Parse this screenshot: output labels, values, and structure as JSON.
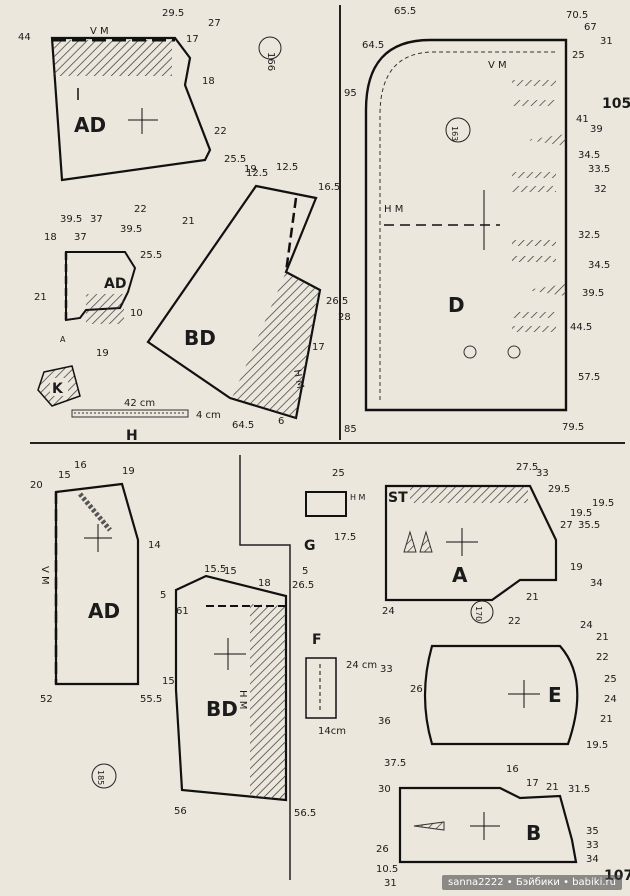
{
  "page": {
    "page_numbers": [
      "105",
      "107"
    ]
  },
  "pieces": {
    "AD_top": {
      "letter": "AD",
      "vm": "V M",
      "number": "166",
      "measures": [
        "44",
        "29.5",
        "27",
        "17",
        "18",
        "22",
        "25.5",
        "19"
      ]
    },
    "AD_small": {
      "letter": "AD",
      "measures": [
        "18",
        "39.5",
        "37",
        "37",
        "39.5",
        "22",
        "25.5",
        "10",
        "19",
        "21",
        "A"
      ]
    },
    "BD_top": {
      "letter": "BD",
      "hm": "H M",
      "measures": [
        "12.5",
        "12.5",
        "16.5",
        "21",
        "26.5",
        "28",
        "17",
        "6",
        "64.5"
      ]
    },
    "K": {
      "letter": "K"
    },
    "H": {
      "letter": "H",
      "scale_big": "42 cm",
      "scale_small": "4 cm"
    },
    "D": {
      "letter": "D",
      "vm": "V M",
      "hm": "H M",
      "number": "163",
      "measures": [
        "64.5",
        "65.5",
        "70.5",
        "67",
        "31",
        "25",
        "41",
        "39",
        "34.5",
        "33.5",
        "32",
        "32.5",
        "34.5",
        "39.5",
        "44.5",
        "57.5",
        "79.5",
        "85",
        "95"
      ]
    },
    "AD_bottom": {
      "letter": "AD",
      "vm": "V M",
      "measures": [
        "20",
        "15",
        "16",
        "19",
        "14",
        "52",
        "55.5"
      ]
    },
    "BD_bottom": {
      "letter": "BD",
      "hm": "H M",
      "number": "185",
      "measures": [
        "5",
        "61",
        "15.5",
        "15",
        "18",
        "26.5",
        "15",
        "56.5",
        "56",
        "5"
      ]
    },
    "G": {
      "letter": "G",
      "hm": "H M",
      "measures": [
        "25",
        "17.5"
      ]
    },
    "F": {
      "letter": "F",
      "dim1": "24 cm",
      "dim2": "14cm"
    },
    "ST": {
      "letter": "ST"
    },
    "A": {
      "letter": "A",
      "number": "170",
      "measures": [
        "27.5",
        "33",
        "29.5",
        "19.5",
        "19.5",
        "35.5",
        "27",
        "19",
        "34",
        "24",
        "22",
        "21"
      ]
    },
    "E": {
      "letter": "E",
      "measures": [
        "24",
        "21",
        "22",
        "25",
        "24",
        "21",
        "19.5",
        "26",
        "33",
        "36",
        "37.5"
      ]
    },
    "B": {
      "letter": "B",
      "measures": [
        "16",
        "17",
        "21",
        "31.5",
        "30",
        "35",
        "33",
        "34",
        "26",
        "10.5",
        "31"
      ]
    }
  },
  "watermark": "sanna2222 • Бэйбики • babiki.ru"
}
